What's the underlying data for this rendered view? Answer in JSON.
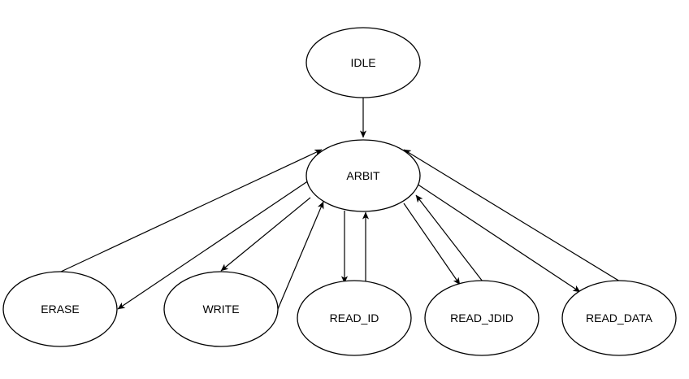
{
  "diagram": {
    "states": {
      "idle": "IDLE",
      "arbit": "ARBIT",
      "erase": "ERASE",
      "write": "WRITE",
      "read_id": "READ_ID",
      "read_jdid": "READ_JDID",
      "read_data": "READ_DATA"
    },
    "transitions": [
      {
        "from": "IDLE",
        "to": "ARBIT"
      },
      {
        "from": "ERASE",
        "to": "ARBIT"
      },
      {
        "from": "ARBIT",
        "to": "ERASE"
      },
      {
        "from": "ARBIT",
        "to": "WRITE"
      },
      {
        "from": "WRITE",
        "to": "ARBIT"
      },
      {
        "from": "ARBIT",
        "to": "READ_ID"
      },
      {
        "from": "READ_ID",
        "to": "ARBIT"
      },
      {
        "from": "ARBIT",
        "to": "READ_JDID"
      },
      {
        "from": "READ_JDID",
        "to": "ARBIT"
      },
      {
        "from": "ARBIT",
        "to": "READ_DATA"
      },
      {
        "from": "READ_DATA",
        "to": "ARBIT"
      }
    ]
  }
}
